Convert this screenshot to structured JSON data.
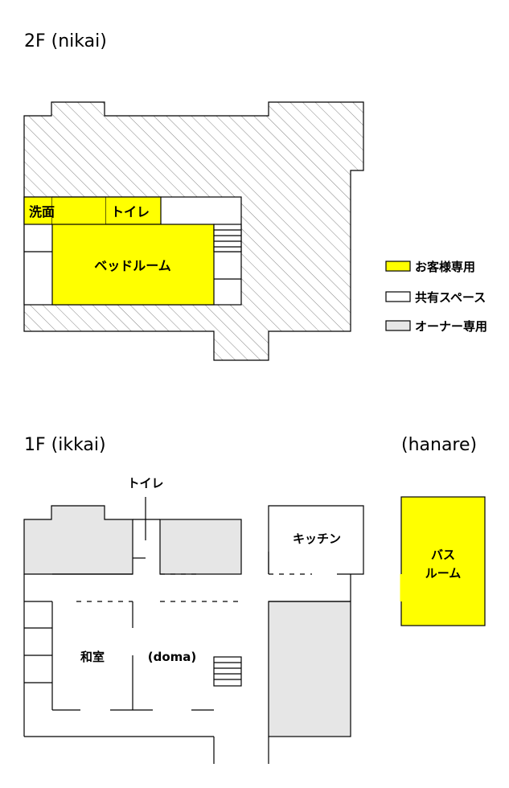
{
  "headings": {
    "second_floor": "2F (nikai)",
    "first_floor": "1F (ikkai)",
    "annex": "(hanare)"
  },
  "rooms_2f": {
    "washroom": "洗面",
    "toilet": "トイレ",
    "bedroom": "ベッドルーム"
  },
  "rooms_1f": {
    "toilet": "トイレ",
    "kitchen": "キッチン",
    "washitsu": "和室",
    "doma": "(doma)"
  },
  "annex_room": {
    "line1": "バス",
    "line2": "ルーム"
  },
  "legend": [
    {
      "label": "お客様専用",
      "color": "#ffff00"
    },
    {
      "label": "共有スペース",
      "color": "#ffffff"
    },
    {
      "label": "オーナー専用",
      "color": "#e6e6e6"
    }
  ],
  "colors": {
    "guest": "#ffff00",
    "shared": "#ffffff",
    "owner": "#e6e6e6",
    "hatch": "#777777"
  }
}
